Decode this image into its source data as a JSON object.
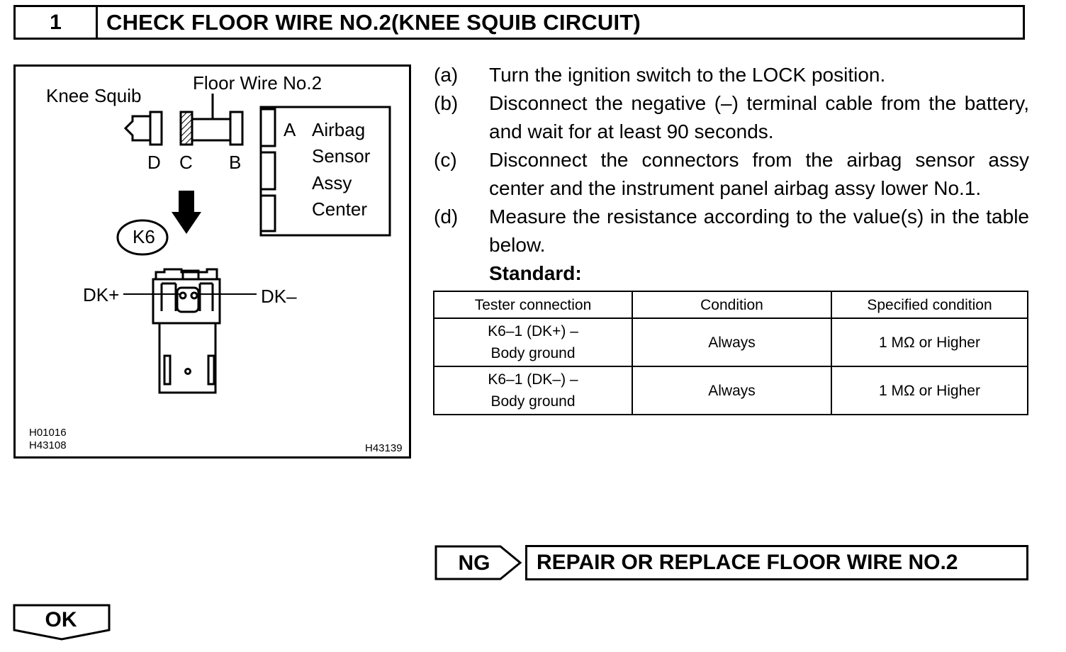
{
  "header": {
    "number": "1",
    "title": "CHECK FLOOR WIRE NO.2(KNEE SQUIB CIRCUIT)"
  },
  "figure": {
    "labels": {
      "knee_squib": "Knee Squib",
      "floor_wire": "Floor Wire No.2",
      "d": "D",
      "c": "C",
      "b": "B",
      "a": "A",
      "airbag_lines": [
        "Airbag",
        "Sensor",
        "Assy",
        "Center"
      ],
      "k6": "K6",
      "dk_plus": "DK+",
      "dk_minus": "DK–"
    },
    "codes": [
      "H01016",
      "H43108",
      "H43139"
    ]
  },
  "steps": [
    {
      "marker": "(a)",
      "text": "Turn the ignition switch to the LOCK position."
    },
    {
      "marker": "(b)",
      "text": "Disconnect the negative (–) terminal cable from the bat­tery, and wait for at least 90 seconds."
    },
    {
      "marker": "(c)",
      "text": "Disconnect the connectors from the airbag sensor assy center and the instrument panel airbag assy lower No.1."
    },
    {
      "marker": "(d)",
      "text": "Measure the resistance according to the value(s) in the table below."
    }
  ],
  "standard_label": "Standard:",
  "table": {
    "headers": [
      "Tester connection",
      "Condition",
      "Specified condition"
    ],
    "rows": [
      {
        "line1": "K6–1 (DK+) –",
        "line2": "Body ground",
        "condition": "Always",
        "spec": "1 MΩ or Higher"
      },
      {
        "line1": "K6–1 (DK–) –",
        "line2": "Body ground",
        "condition": "Always",
        "spec": "1 MΩ or Higher"
      }
    ]
  },
  "ng": {
    "label": "NG",
    "action": "REPAIR OR REPLACE FLOOR WIRE NO.2"
  },
  "ok": {
    "label": "OK"
  }
}
